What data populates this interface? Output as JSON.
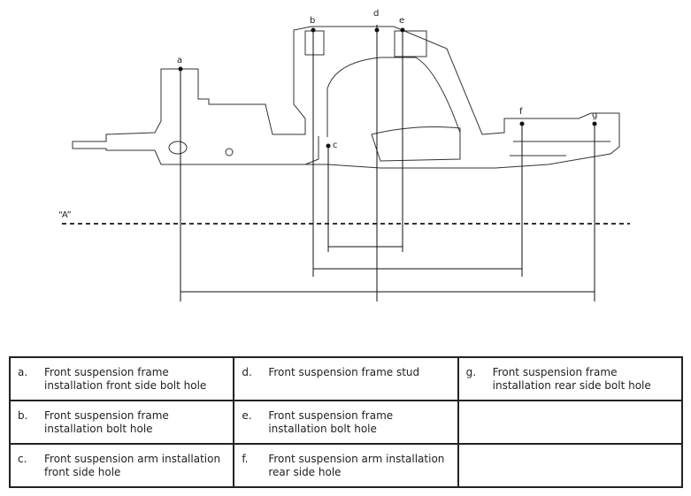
{
  "diagram": {
    "points": [
      {
        "id": "a",
        "label": "a"
      },
      {
        "id": "b",
        "label": "b"
      },
      {
        "id": "c",
        "label": "c"
      },
      {
        "id": "d",
        "label": "d"
      },
      {
        "id": "e",
        "label": "e"
      },
      {
        "id": "f",
        "label": "f"
      },
      {
        "id": "g",
        "label": "g"
      }
    ],
    "reference_label": "“A”"
  },
  "legend": {
    "rows": [
      [
        {
          "key": "a.",
          "text": "Front suspension frame installation front side bolt hole"
        },
        {
          "key": "d.",
          "text": "Front suspension frame stud"
        },
        {
          "key": "g.",
          "text": "Front suspension frame installation rear side bolt hole"
        }
      ],
      [
        {
          "key": "b.",
          "text": "Front suspension frame installation bolt hole"
        },
        {
          "key": "e.",
          "text": "Front suspension frame installation bolt hole"
        },
        {
          "key": "",
          "text": ""
        }
      ],
      [
        {
          "key": "c.",
          "text": "Front suspension arm installation front side hole"
        },
        {
          "key": "f.",
          "text": "Front suspension arm installation rear side hole"
        },
        {
          "key": "",
          "text": ""
        }
      ]
    ]
  }
}
